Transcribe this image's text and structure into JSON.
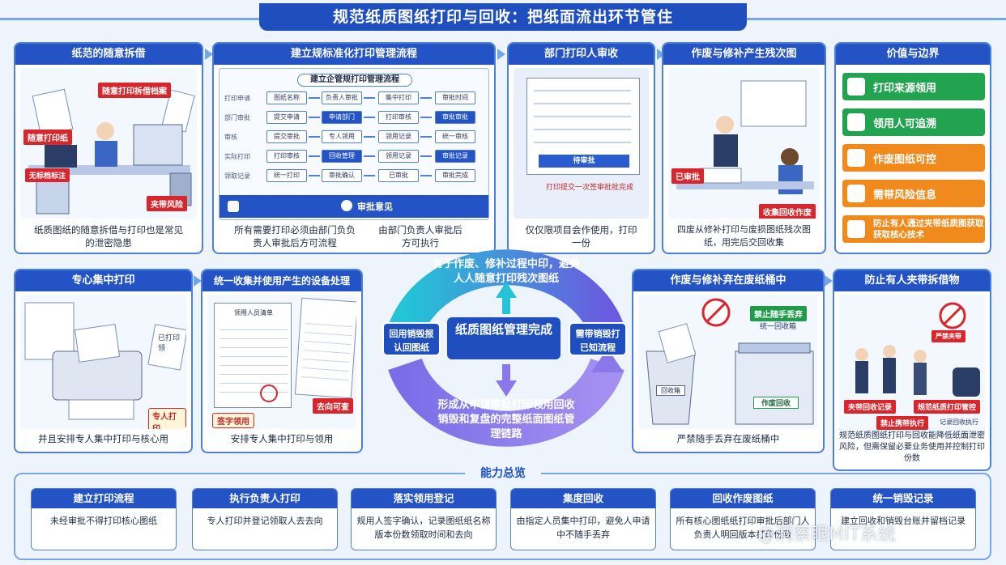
{
  "header": {
    "title": "规范纸质图纸打印与回收：把纸面流出环节管住"
  },
  "panels": {
    "p1": {
      "title": "纸范的随意拆借",
      "caption": "纸质图纸的随意拆借与打印也是常见的泄密隐患",
      "tags": [
        "随意打印纸",
        "无标档标注",
        "夹带风险",
        "随意打印拆借档案"
      ]
    },
    "p2": {
      "title": "建立规标准化打印管理流程",
      "inner_title": "建立企管规打印管理流程",
      "approval": "审批意见",
      "caption_a": "所有需要打印必须由部门负负责人审批后方可流程",
      "caption_b": "由部门负责人审批后方可执行",
      "rows": [
        "打印申请",
        "部门审批",
        "审核",
        "实际打印",
        "领取记录"
      ],
      "cells": [
        [
          "图纸名称",
          "负责人审批",
          "集中打印",
          "审批时间"
        ],
        [
          "提交申请",
          "申请部门",
          "打印审核",
          "审批审批"
        ],
        [
          "提交审批",
          "专人领用",
          "领用记录",
          "统一审核"
        ],
        [
          "打印审核",
          "回收管理",
          "领用记录",
          "审批记录"
        ],
        [
          "统一打印",
          "审批确认",
          "已审批",
          "审批完成"
        ]
      ]
    },
    "p3": {
      "title": "部门打印人审收",
      "caption": "仅仅限项目会作使用，打印一份",
      "note": "打印提交一次签审批批完成",
      "button": "待审批"
    },
    "p4": {
      "title": "作废与修补产生残次图",
      "caption": "四废从修补打印与废损图纸残次图纸，用完后交回收集",
      "tags": [
        "已审批",
        "收集回收作废"
      ]
    },
    "p5": {
      "title": "专心集中打印",
      "caption": "并且安排专人集中打印与核心用",
      "tags": [
        "已打印领",
        "专人打印"
      ],
      "doc_lines": [
        "已打印"
      ]
    },
    "p6": {
      "title": "统一收集并使用产生的设备处理",
      "caption": "安排专人集中打印与领用",
      "tags": [
        "签字领用",
        "去向可查"
      ],
      "doc_title": "领用人员清单"
    },
    "p7": {
      "title": "作废与修补弃在废纸桶中",
      "caption": "严禁随手丢弃在废纸桶中",
      "tags": [
        "禁止随手丢弃",
        "统一回收箱",
        "回收箱",
        "作废回收"
      ]
    },
    "p8": {
      "title": "防止有人夹带拆借物",
      "caption": "规范纸质图纸打印与回收能降低纸面泄密风险，但需保留必要业务使用并控制打印份数",
      "tags": [
        "严禁夹带",
        "夹带回收记录",
        "规范纸质打印管控",
        "禁止携带执行",
        "记录回收执行"
      ]
    }
  },
  "values": {
    "title": "价值与边界",
    "items": [
      {
        "label": "打印来源领用",
        "color": "#21a34f"
      },
      {
        "label": "领用人可追溯",
        "color": "#21a34f"
      },
      {
        "label": "作废图纸可控",
        "color": "#f08a1c"
      },
      {
        "label": "需带风险信息",
        "color": "#f08a1c"
      },
      {
        "label": "防止有人通过夹带纸质图获取获取核心技术",
        "color": "#f08a1c"
      }
    ]
  },
  "center": {
    "hub": "纸质图纸管理完成",
    "top": "对于作废、修补过程中印，避免人人随意打印残次图纸",
    "bottom": "形成从申请审批打印领用回收销毁和复盘的完整纸面图纸管理链路",
    "left": "回用销毁报认回图纸",
    "right": "需带销毁打已知流程"
  },
  "summary": {
    "title": "能力总览",
    "cards": [
      {
        "title": "建立打印流程",
        "body": "未经审批不得打印核心图纸"
      },
      {
        "title": "执行负责人打印",
        "body": "专人打印并登记领取人去去向"
      },
      {
        "title": "落实领用登记",
        "body": "规用人签字确认，记录图纸纸名称版本份数领取时间和去向"
      },
      {
        "title": "集度回收",
        "body": "由指定人员集中打印，避免人申请中不随手丢弃"
      },
      {
        "title": "回收作废图纸",
        "body": "所有核心图纸纸打印审批后部门人负责人明回版本打印份数"
      },
      {
        "title": "统一销毁记录",
        "body": "建立回收和销毁台账并留档记录"
      }
    ]
  },
  "watermark": "@洞察眼MIT系统"
}
